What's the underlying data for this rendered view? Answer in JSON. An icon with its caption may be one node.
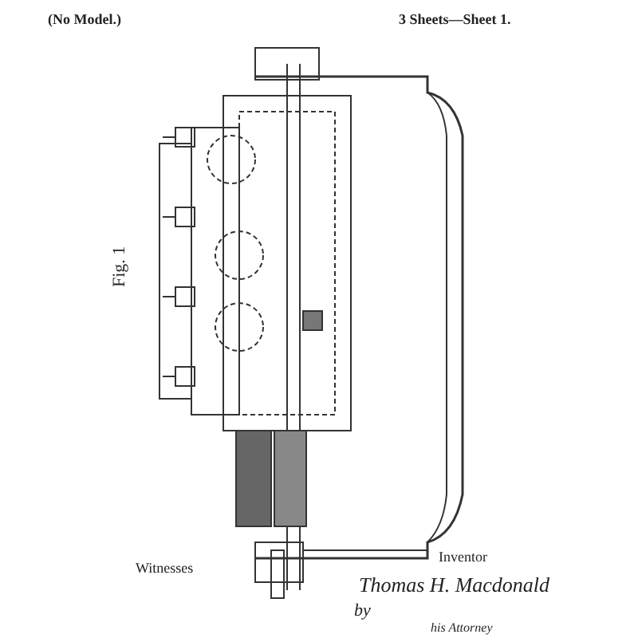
{
  "diagram": {
    "labels": [
      "(No Model.)",
      "3 Sheets—Sheet 1.",
      "Fig. 1",
      "Witnesses",
      "Inventor",
      "Thomas H. Macdonald",
      "by",
      "his Attorney"
    ]
  }
}
